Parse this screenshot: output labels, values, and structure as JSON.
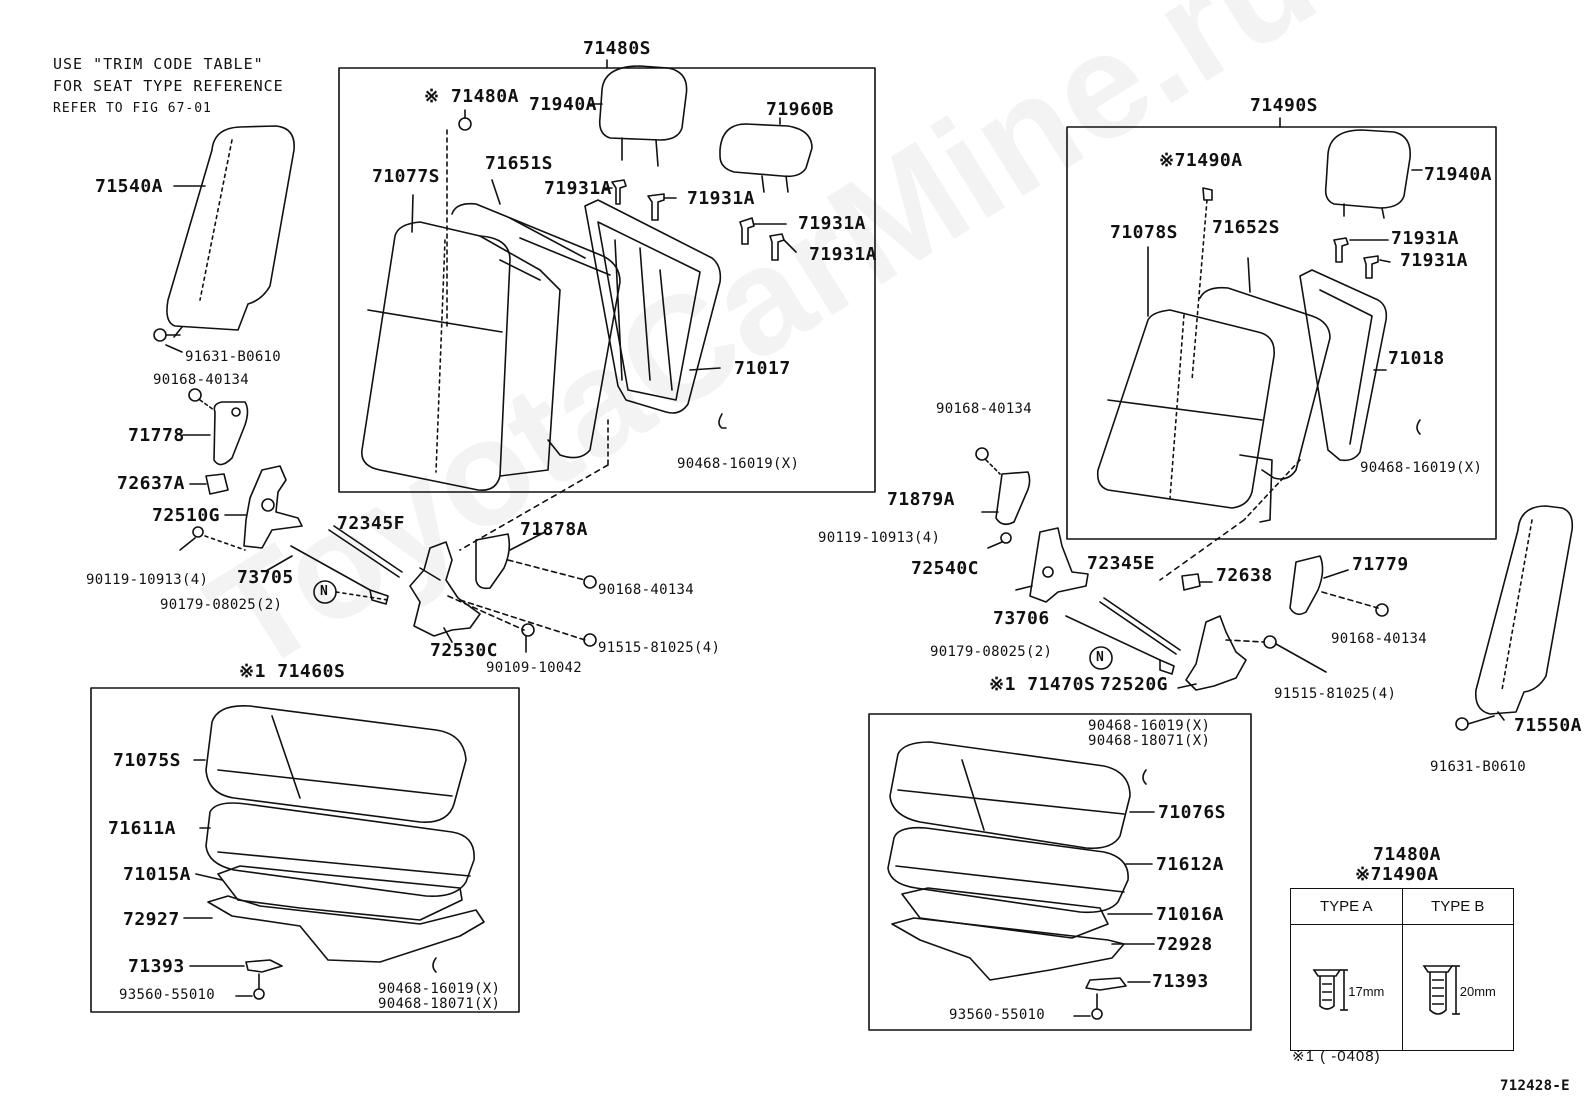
{
  "notes": {
    "line1": "USE \"TRIM CODE TABLE\"",
    "line2": "FOR SEAT TYPE REFERENCE",
    "line3": "REFER TO FIG 67-01"
  },
  "watermark": "ToyotaCarMine.ru",
  "labels": {
    "l71480S": "71480S",
    "l71480A_mark": "※ 71480A",
    "l71940A_a": "71940A",
    "l71960B": "71960B",
    "l71540A": "71540A",
    "l71077S": "71077S",
    "l71651S": "71651S",
    "l71931A_a": "71931A",
    "l71931A_b": "71931A",
    "l71931A_c": "71931A",
    "l71931A_d": "71931A",
    "l71017": "71017",
    "l90468_a": "90468-16019(X)",
    "l91631_a": "91631-B0610",
    "l90168_a": "90168-40134",
    "l71778": "71778",
    "l72637A": "72637A",
    "l72510G": "72510G",
    "l72345F": "72345F",
    "l71878A": "71878A",
    "l90119_a": "90119-10913(4)",
    "l73705": "73705",
    "l90168_b": "90168-40134",
    "l90179_a": "90179-08025(2)",
    "l72530C": "72530C",
    "l91515_a": "91515-81025(4)",
    "l90109": "90109-10042",
    "l71460S": "※1 71460S",
    "l71075S": "71075S",
    "l71611A": "71611A",
    "l71015A": "71015A",
    "l72927": "72927",
    "l71393_a": "71393",
    "l93560_a": "93560-55010",
    "l90468_b1": "90468-16019(X)",
    "l90468_b2": "90468-18071(X)",
    "l71490S": "71490S",
    "l71490A_mark": "※71490A",
    "l71940A_b": "71940A",
    "l71078S": "71078S",
    "l71652S": "71652S",
    "l71931A_e": "71931A",
    "l71931A_f": "71931A",
    "l71018": "71018",
    "l90168_c": "90168-40134",
    "l90468_c": "90468-16019(X)",
    "l71879A": "71879A",
    "l90119_b": "90119-10913(4)",
    "l72540C": "72540C",
    "l72345E": "72345E",
    "l72638": "72638",
    "l71779": "71779",
    "l73706": "73706",
    "l90168_d": "90168-40134",
    "l90179_b": "90179-08025(2)",
    "l72520G": "72520G",
    "l91515_b": "91515-81025(4)",
    "l71470S": "※1 71470S",
    "l90468_d1": "90468-16019(X)",
    "l90468_d2": "90468-18071(X)",
    "l71076S": "71076S",
    "l71612A": "71612A",
    "l71016A": "71016A",
    "l72928": "72928",
    "l71393_b": "71393",
    "l93560_b": "93560-55010",
    "l71550A": "71550A",
    "l91631_b": "91631-B0610",
    "l71480A_t": "71480A",
    "l71490A_t": "※71490A",
    "n_mark_1": "N",
    "n_mark_2": "N"
  },
  "type_table": {
    "header_a": "TYPE A",
    "header_b": "TYPE B",
    "dim_a": "17mm",
    "dim_b": "20mm"
  },
  "footnote": "※1 (        -0408)",
  "figure_id": "712428-E"
}
